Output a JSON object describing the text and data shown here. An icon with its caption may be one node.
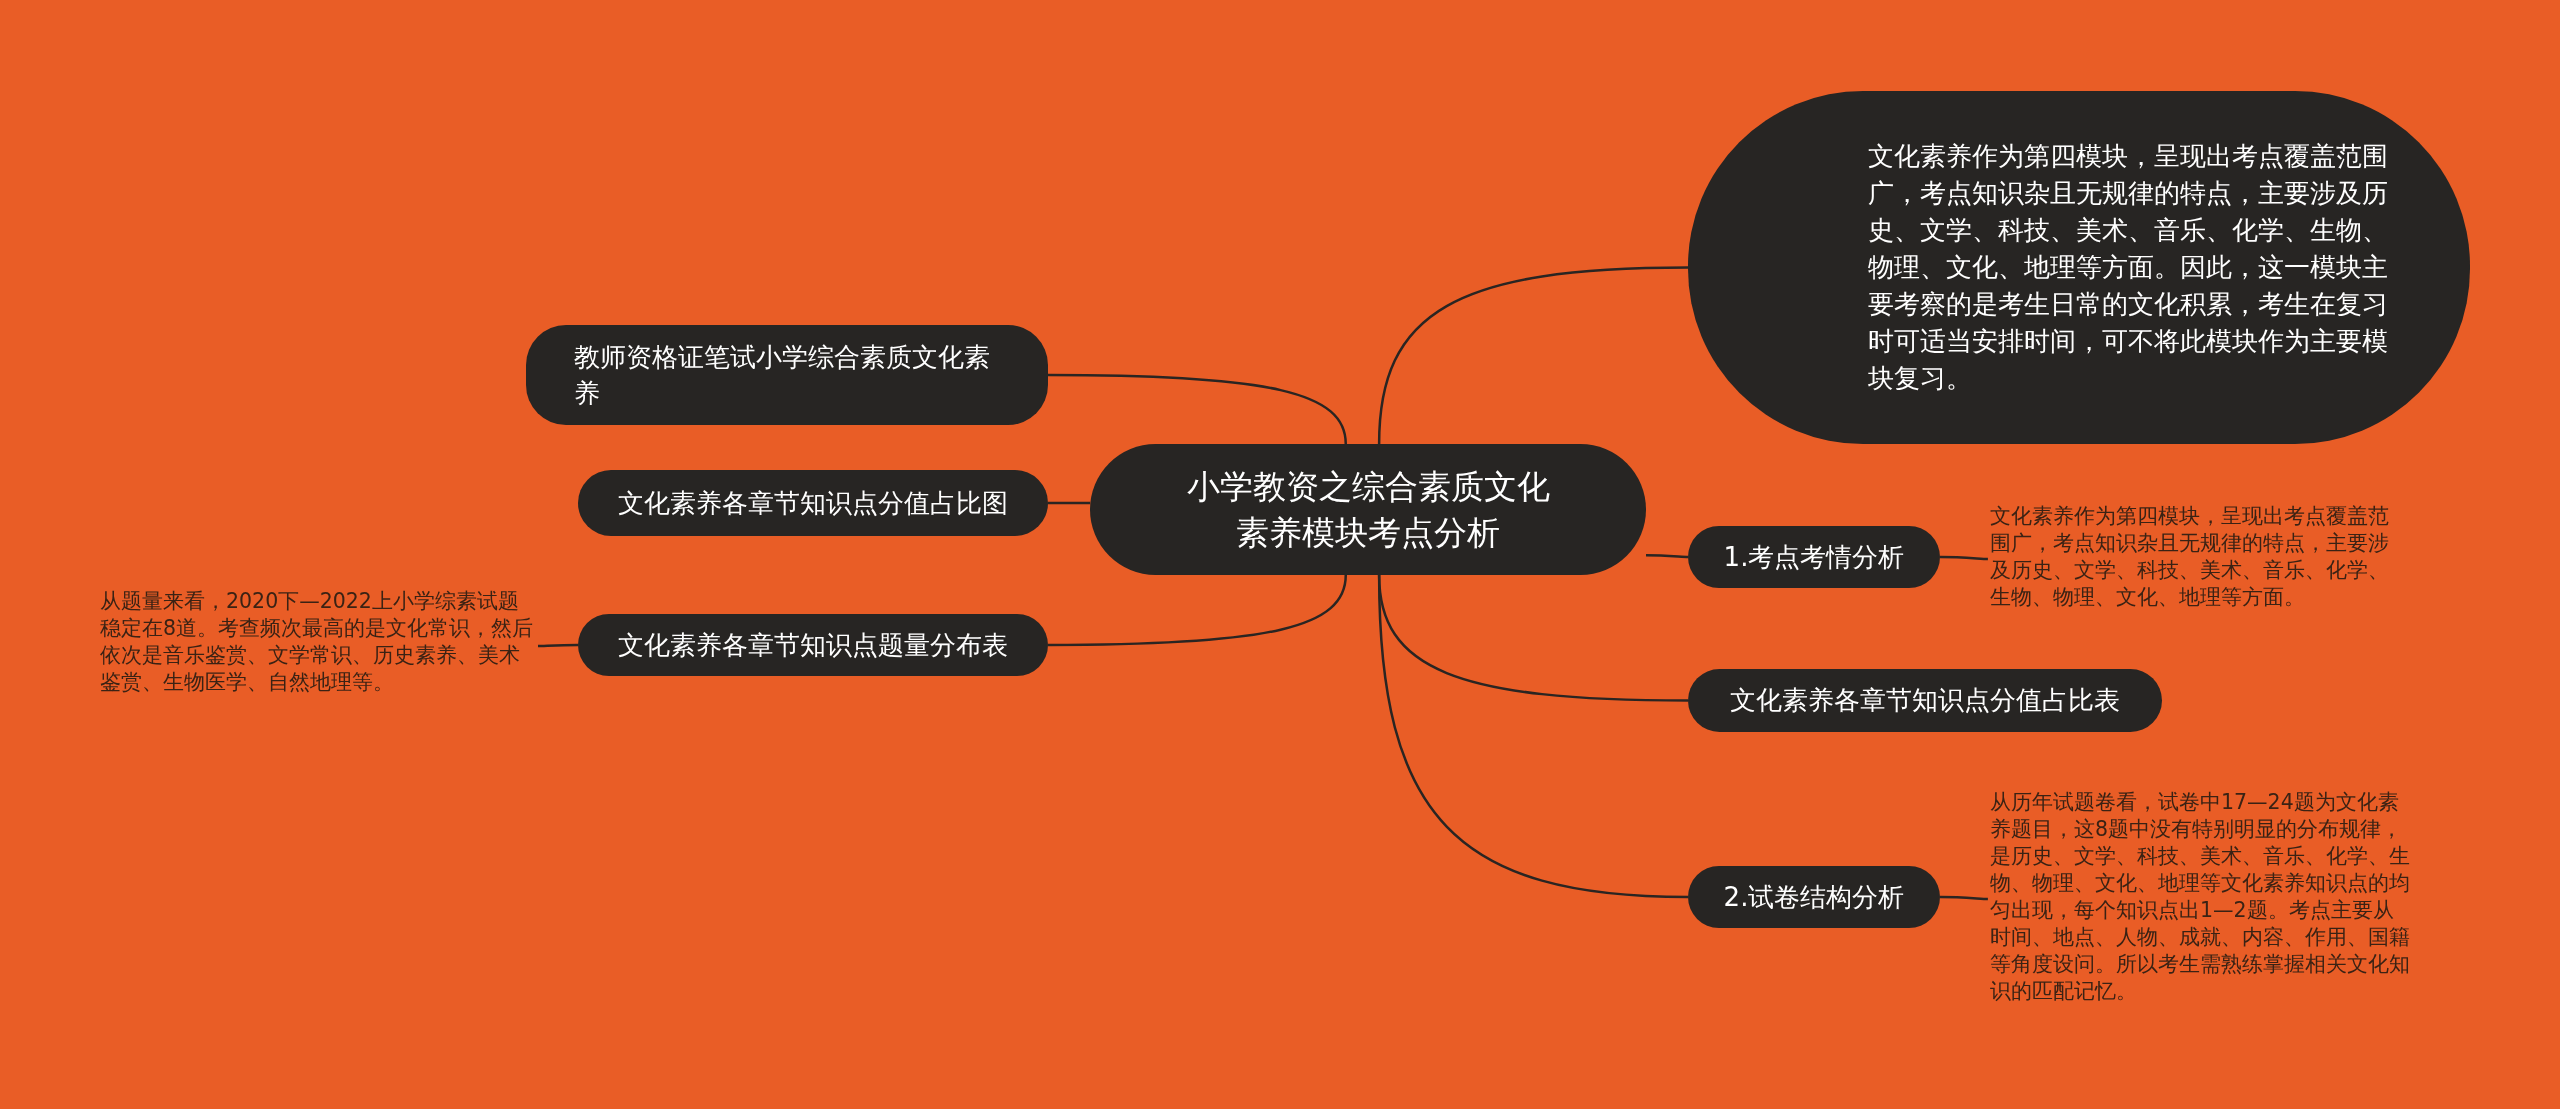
{
  "diagram": {
    "nodes": [
      {
        "text": [
          "小学教资之综合素质文化素养模块考点分析"
        ]
      },
      {
        "text": [
          "文化素养作为第四模块，呈现出考点覆盖范围广，考点知识杂且无规律的特点，主要涉及历史、文学、科技、美术、音乐、化学、生物、物理、文化、地理等方面。因此，这一模块主要考察的是考生日常的文化积累，考生在复习时可适当安排时间，可不将此模块作为主要模块复习。"
        ]
      },
      {
        "text": [
          "教师资格证笔试小学综合素质文化素养"
        ]
      },
      {
        "text": [
          "文化素养各章节知识点分值占比图"
        ]
      },
      {
        "text": [
          "文化素养各章节知识点题量分布表"
        ]
      },
      {
        "text": [
          "从题量来看，2020下—2022上小学综素试题稳定在8道。考查频次最高的是文化常识，然后依次是音乐鉴赏、文学常识、历史素养、美术鉴赏、生物医学、自然地理等。"
        ]
      },
      {
        "text": [
          "1.考点考情分析"
        ]
      },
      {
        "text": [
          "文化素养作为第四模块，呈现出考点覆盖范围广，考点知识杂且无规律的特点，主要涉及历史、文学、科技、美术、音乐、化学、生物、物理、文化、地理等方面。"
        ]
      },
      {
        "text": [
          "文化素养各章节知识点分值占比表"
        ]
      },
      {
        "text": [
          "2.试卷结构分析"
        ]
      },
      {
        "text": [
          "从历年试题卷看，试卷中17—24题为文化素养题目，这8题中没有特别明显的分布规律，是历史、文学、科技、美术、音乐、化学、生物、物理、文化、地理等文化素养知识点的均匀出现，每个知识点出1—2题。考点主要从时间、地点、人物、成就、内容、作用、国籍等角度设问。所以考生需熟练掌握相关文化知识的匹配记忆。"
        ]
      }
    ],
    "edges": [
      {
        "from": 0,
        "to": 1,
        "arrow": "none"
      },
      {
        "from": 0,
        "to": 2,
        "arrow": "none"
      },
      {
        "from": 0,
        "to": 3,
        "arrow": "none"
      },
      {
        "from": 0,
        "to": 4,
        "arrow": "none"
      },
      {
        "from": 4,
        "to": 5,
        "arrow": "none"
      },
      {
        "from": 0,
        "to": 6,
        "arrow": "none"
      },
      {
        "from": 6,
        "to": 7,
        "arrow": "none"
      },
      {
        "from": 0,
        "to": 8,
        "arrow": "none"
      },
      {
        "from": 0,
        "to": 9,
        "arrow": "none"
      },
      {
        "from": 9,
        "to": 10,
        "arrow": "none"
      }
    ]
  }
}
